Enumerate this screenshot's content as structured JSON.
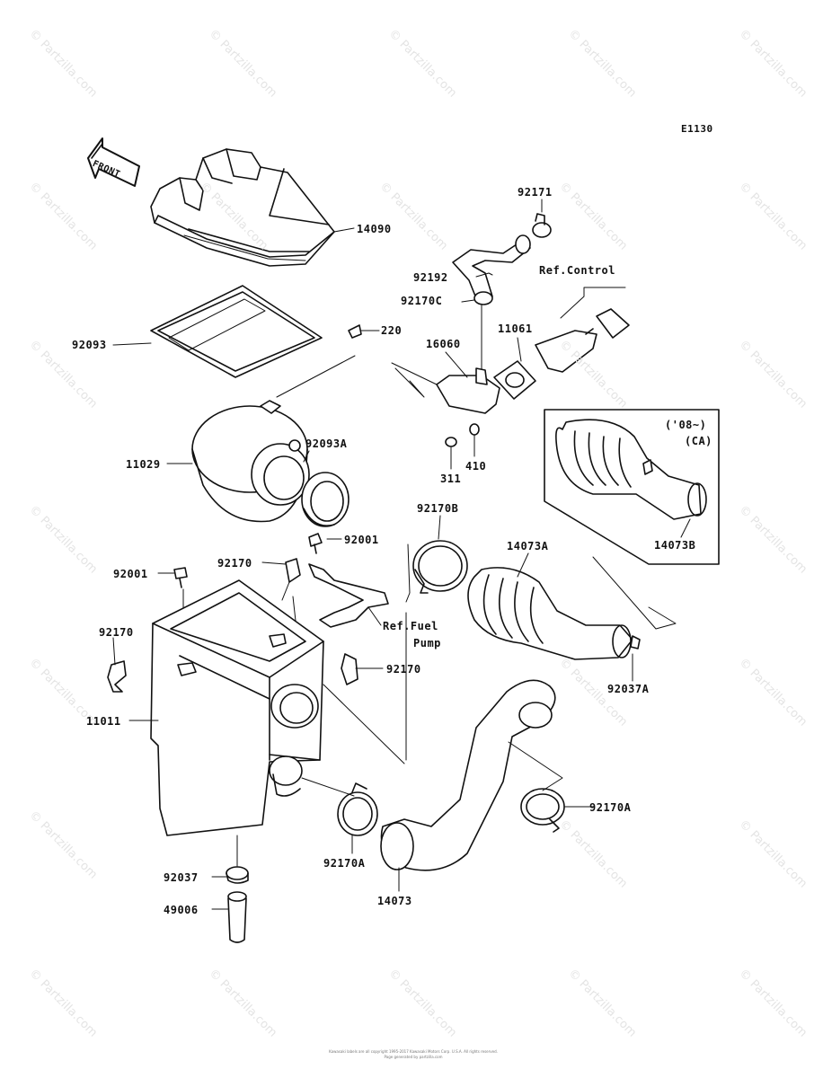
{
  "diagram_id": "E1130",
  "front_label": "FRONT",
  "watermark": "© Partzilla.com",
  "parts": {
    "p14090": "14090",
    "p92093": "92093",
    "p220": "220",
    "p11029": "11029",
    "p92093A": "92093A",
    "p92001_right": "92001",
    "p92001_left": "92001",
    "p92170_top": "92170",
    "p92170_left": "92170",
    "p92170_right": "92170",
    "p11011": "11011",
    "p92037": "92037",
    "p49006": "49006",
    "p92171": "92171",
    "p92192": "92192",
    "p92170C": "92170C",
    "p11061": "11061",
    "p16060": "16060",
    "p311": "311",
    "p410": "410",
    "p92170B": "92170B",
    "p14073A": "14073A",
    "p14073B": "14073B",
    "p92037A": "92037A",
    "p92170A_right": "92170A",
    "p92170A_bottom": "92170A",
    "p14073": "14073"
  },
  "refs": {
    "control": "Ref.Control",
    "fuel_line1": "Ref.Fuel",
    "fuel_line2": "Pump"
  },
  "inset": {
    "line1": "('08~)",
    "line2": "(CA)"
  },
  "footer": {
    "line1": "Kawasaki labels are all copyright 1995-2017 Kawasaki Motors Corp. U.S.A. All rights reserved.",
    "line2": "Page generated by partzilla.com"
  }
}
